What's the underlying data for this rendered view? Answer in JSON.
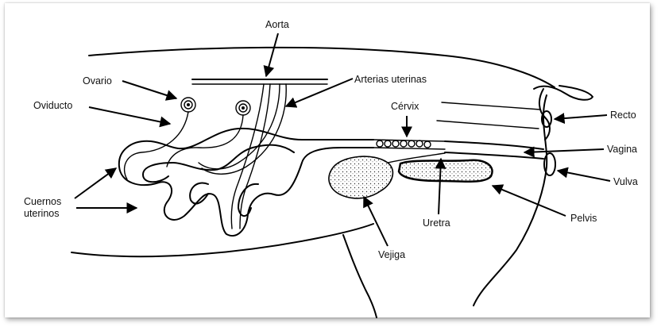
{
  "labels": {
    "aorta": "Aorta",
    "ovario": "Ovario",
    "arterias_uterinas": "Arterias uterinas",
    "oviducto": "Oviducto",
    "cervix": "Cérvix",
    "recto": "Recto",
    "vagina": "Vagina",
    "vulva": "Vulva",
    "cuernos_line1": "Cuernos",
    "cuernos_line2": "uterinos",
    "uretra": "Uretra",
    "pelvis": "Pelvis",
    "vejiga": "Vejiga"
  }
}
